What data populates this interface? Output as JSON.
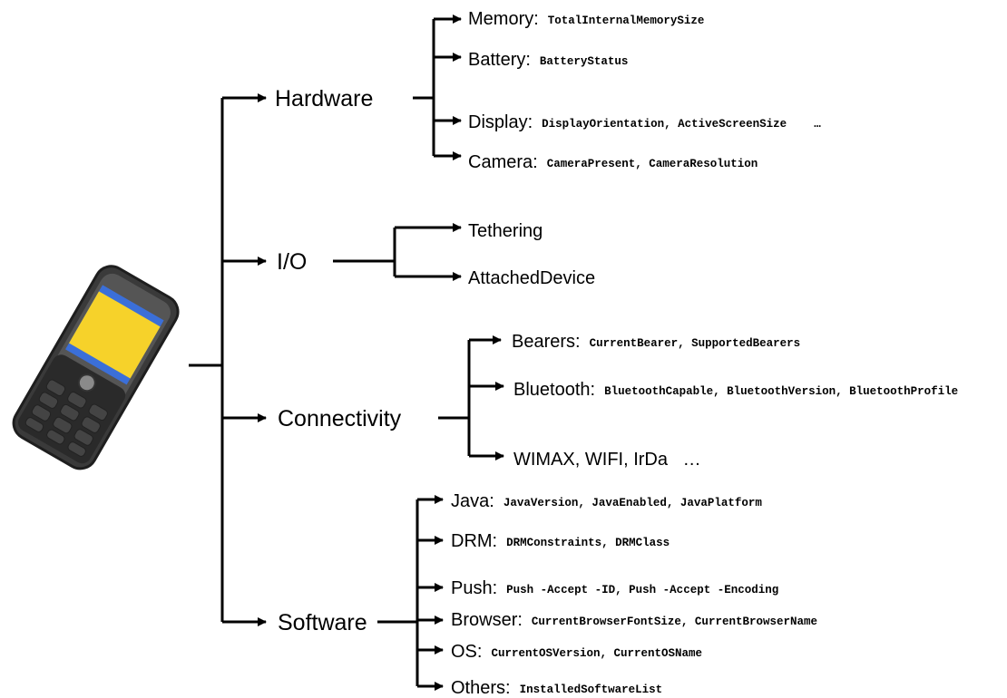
{
  "categories": [
    {
      "label": "Hardware",
      "items": [
        {
          "label": "Memory:",
          "props": "TotalInternalMemorySize"
        },
        {
          "label": "Battery:",
          "props": "BatteryStatus"
        },
        {
          "label": "Display:",
          "props": "DisplayOrientation, ActiveScreenSize    …"
        },
        {
          "label": "Camera:",
          "props": "CameraPresent, CameraResolution"
        }
      ]
    },
    {
      "label": "I/O",
      "items": [
        {
          "label": "Tethering",
          "props": ""
        },
        {
          "label": "AttachedDevice",
          "props": ""
        }
      ]
    },
    {
      "label": "Connectivity",
      "items": [
        {
          "label": "Bearers:",
          "props": "CurrentBearer, SupportedBearers"
        },
        {
          "label": "Bluetooth:",
          "props": "BluetoothCapable, BluetoothVersion, BluetoothProfile"
        },
        {
          "label": "WIMAX, WIFI, IrDa   …",
          "props": ""
        }
      ]
    },
    {
      "label": "Software",
      "items": [
        {
          "label": "Java:",
          "props": "JavaVersion, JavaEnabled, JavaPlatform"
        },
        {
          "label": "DRM:",
          "props": "DRMConstraints, DRMClass"
        },
        {
          "label": "Push:",
          "props": "Push -Accept -ID, Push -Accept -Encoding"
        },
        {
          "label": "Browser:",
          "props": "CurrentBrowserFontSize, CurrentBrowserName"
        },
        {
          "label": "OS:",
          "props": "CurrentOSVersion, CurrentOSName"
        },
        {
          "label": "Others:",
          "props": "InstalledSoftwareList"
        }
      ]
    }
  ]
}
